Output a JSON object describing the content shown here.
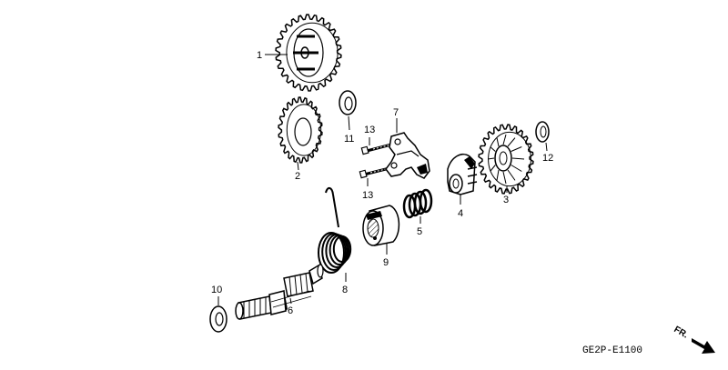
{
  "diagram": {
    "parts": [
      {
        "label": "1",
        "name": "gear-large-upper"
      },
      {
        "label": "2",
        "name": "gear-middle"
      },
      {
        "label": "3",
        "name": "gear-right"
      },
      {
        "label": "4",
        "name": "ratchet"
      },
      {
        "label": "5",
        "name": "spring-small"
      },
      {
        "label": "6",
        "name": "kick-shaft"
      },
      {
        "label": "7",
        "name": "ratchet-guide-plate"
      },
      {
        "label": "8",
        "name": "return-spring"
      },
      {
        "label": "9",
        "name": "spring-collar"
      },
      {
        "label": "10",
        "name": "washer-lower"
      },
      {
        "label": "11",
        "name": "washer-upper"
      },
      {
        "label": "12",
        "name": "washer-right"
      },
      {
        "label": "13",
        "name": "bolt"
      }
    ],
    "direction_label": "FR.",
    "direction_icon": "arrow-icon",
    "drawing_code": "GE2P-E1100"
  }
}
